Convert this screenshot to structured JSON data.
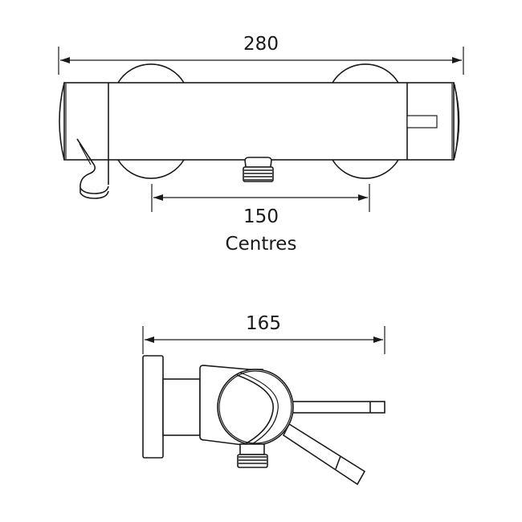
{
  "diagram": {
    "type": "technical-drawing",
    "subject": "thermostatic bar shower valve",
    "colors": {
      "line": "#1a1a1a",
      "background": "#ffffff"
    },
    "top_view": {
      "overall_width": {
        "value": "280"
      },
      "centres": {
        "value": "150",
        "label": "Centres"
      }
    },
    "side_view": {
      "projection": {
        "value": "165"
      }
    }
  }
}
